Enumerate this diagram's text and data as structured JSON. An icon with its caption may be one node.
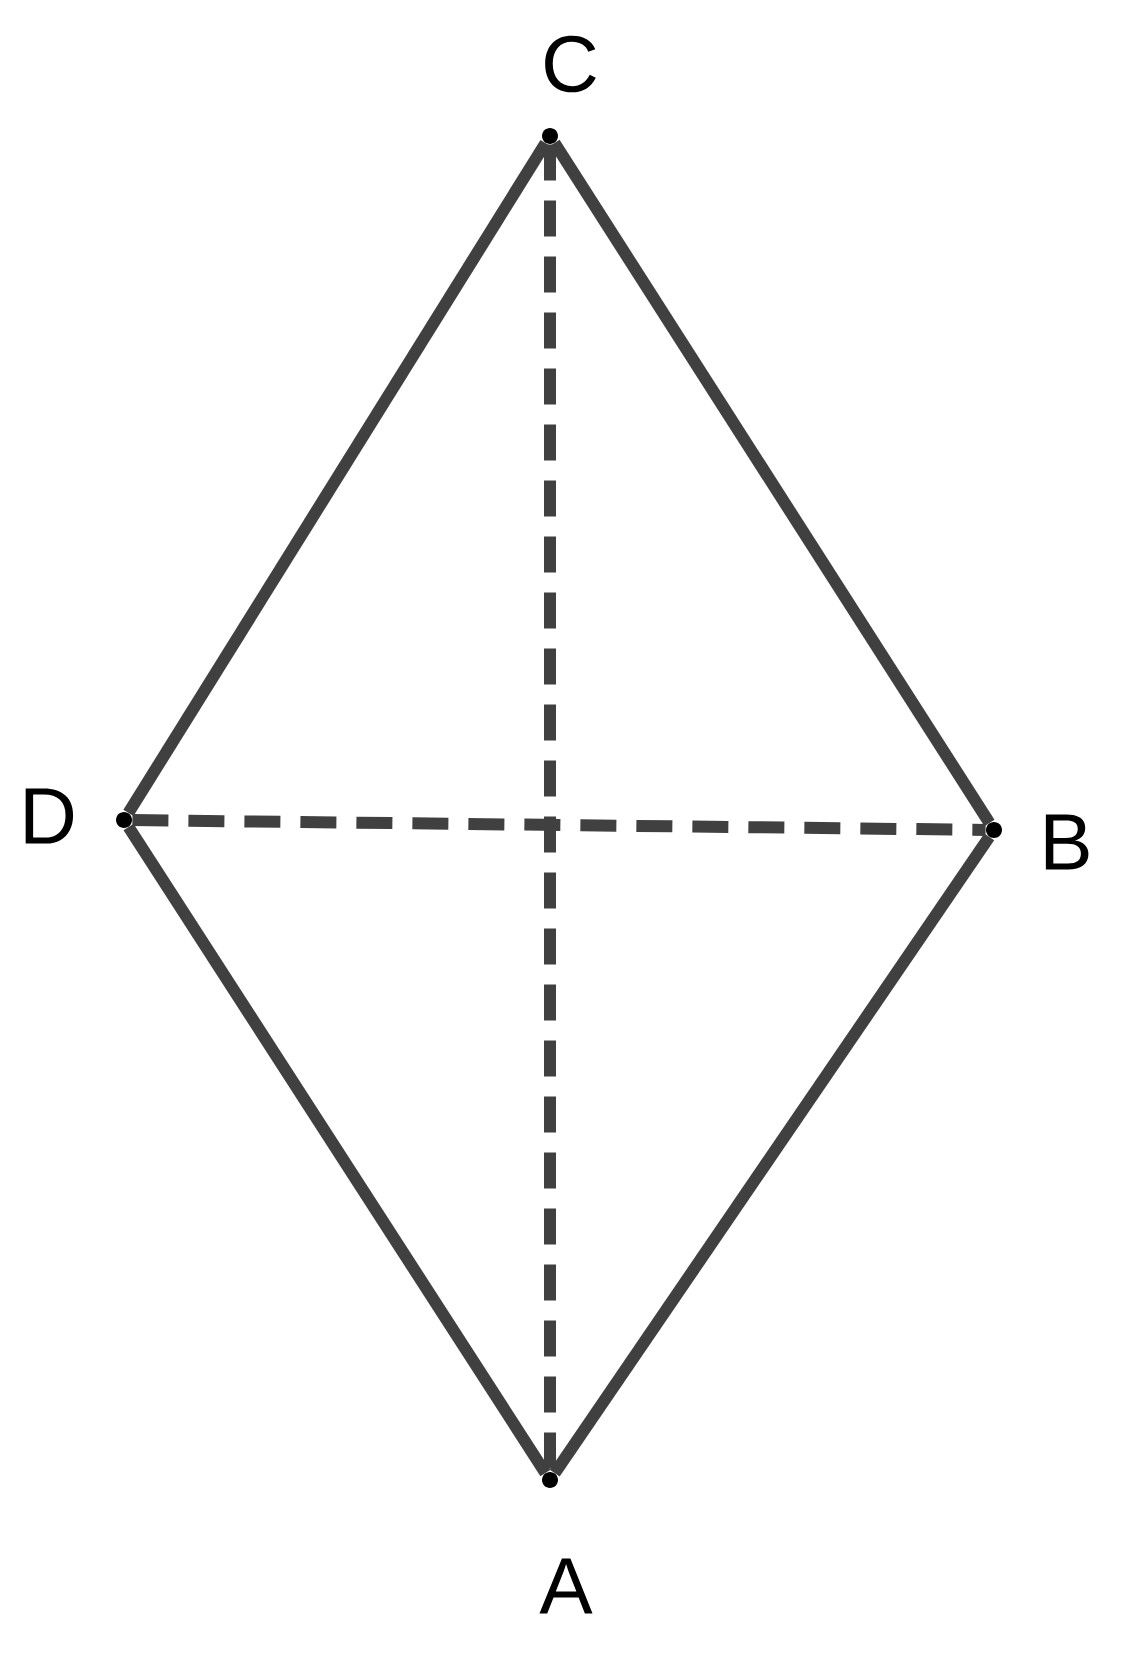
{
  "diagram": {
    "nodes": [
      {
        "text": [
          "C"
        ]
      },
      {
        "text": [
          "D"
        ]
      },
      {
        "text": [
          "B"
        ]
      },
      {
        "text": [
          "A"
        ]
      }
    ],
    "edges": [
      {
        "from": 0,
        "to": 2,
        "arrow": "none"
      },
      {
        "from": 2,
        "to": 3,
        "arrow": "none"
      },
      {
        "from": 3,
        "to": 1,
        "arrow": "none"
      },
      {
        "from": 1,
        "to": 0,
        "arrow": "none"
      },
      {
        "from": 0,
        "to": 3,
        "arrow": "none",
        "style": "dashed"
      },
      {
        "from": 1,
        "to": 2,
        "arrow": "none",
        "style": "dashed"
      }
    ]
  }
}
